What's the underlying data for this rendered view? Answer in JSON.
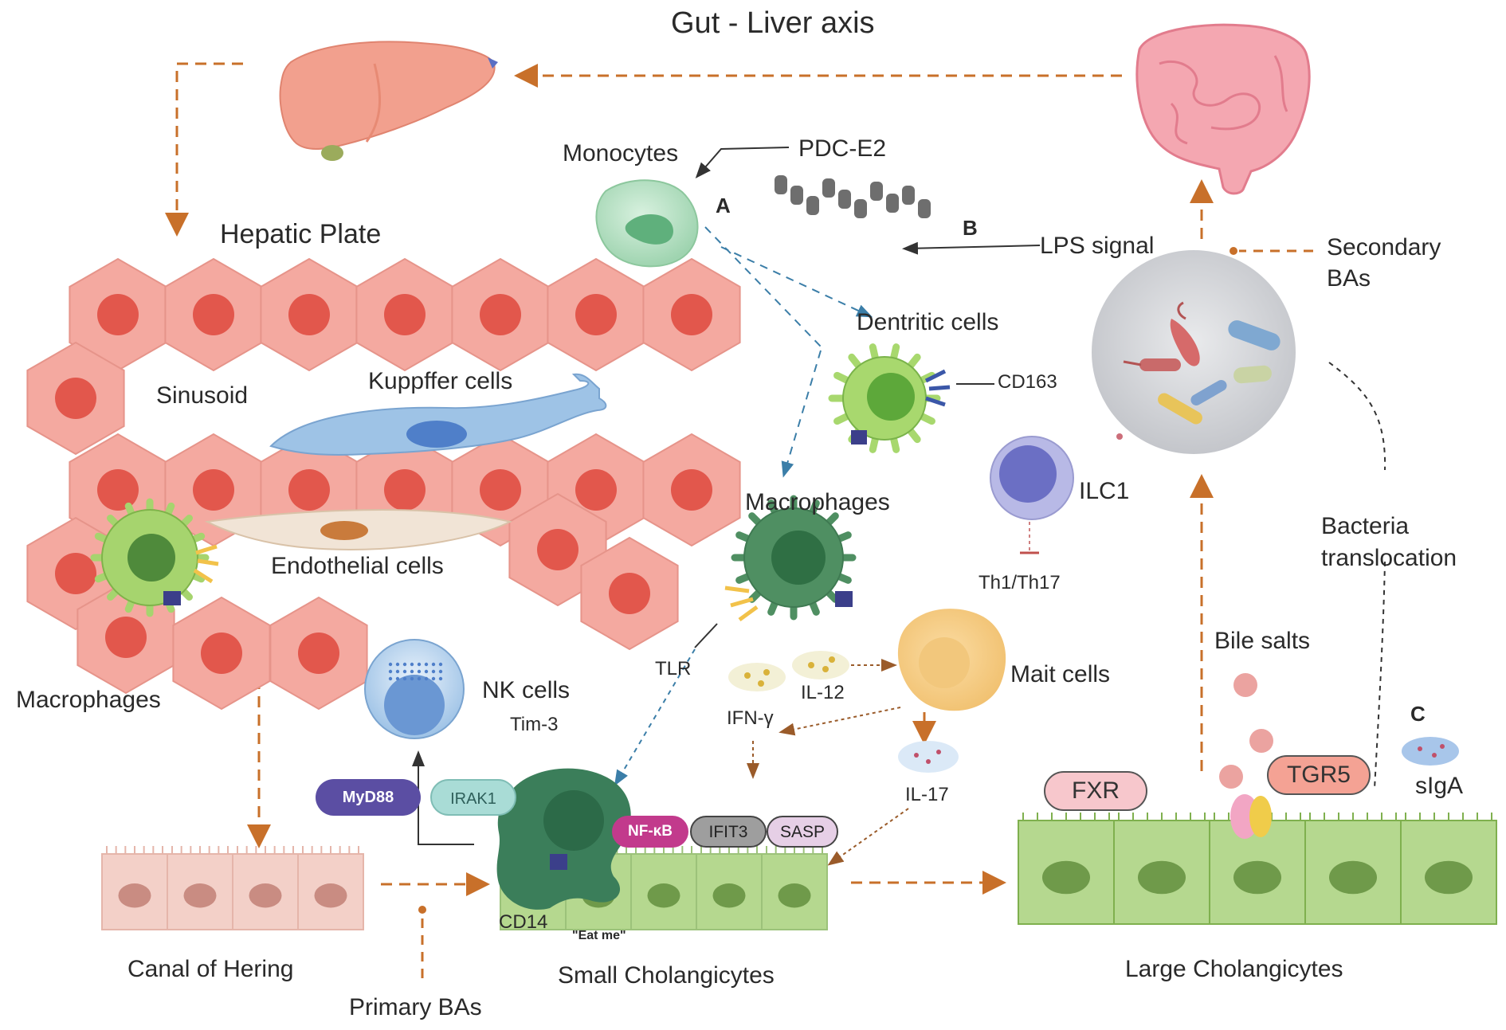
{
  "title": "Gut - Liver axis",
  "panel_letters": {
    "a": "A",
    "b": "B",
    "c": "C"
  },
  "labels": {
    "hepatic_plate": "Hepatic Plate",
    "sinusoid": "Sinusoid",
    "kupffer_cells": "Kuppffer cells",
    "endothelial_cells": "Endothelial cells",
    "macrophages_liver": "Macrophages",
    "monocytes": "Monocytes",
    "pdc_e2": "PDC-E2",
    "lps_signal": "LPS signal",
    "secondary_bas_line1": "Secondary",
    "secondary_bas_line2": "BAs",
    "dendritic_cells": "Dentritic cells",
    "cd163": "CD163",
    "ilc1": "ILC1",
    "th1_th17": "Th1/Th17",
    "macrophages_center": "Macrophages",
    "tlr": "TLR",
    "il12": "IL-12",
    "ifn": "IFN-γ",
    "mait_cells": "Mait cells",
    "il17": "IL-17",
    "nk_cells": "NK cells",
    "tim3": "Tim-3",
    "cd14": "CD14",
    "eat_me": "\"Eat me\"",
    "canal_of_hering": "Canal of Hering",
    "primary_bas": "Primary BAs",
    "small_cholangicytes": "Small Cholangicytes",
    "large_cholangicytes": "Large Cholangicytes",
    "bacteria_line1": "Bacteria",
    "bacteria_line2": "translocation",
    "bile_salts": "Bile salts",
    "siga": "sIgA"
  },
  "pills": {
    "myd88": "MyD88",
    "irak1": "IRAK1",
    "nfkb": "NF-κB",
    "ifit3": "IFIT3",
    "sasp": "SASP",
    "fxr": "FXR",
    "tgr5": "TGR5"
  },
  "colors": {
    "hepatocyte": "#f4a9a0",
    "hepatocyte_nucleus": "#e2574c",
    "arrow_orange": "#c8702a",
    "cholangiocyte": "#b5d88f",
    "cholangiocyte_nucleus": "#6f9a4a",
    "canal_cell": "#f3d0c8",
    "myd88": "#5b4ea3",
    "irak1": "#a9dcd6",
    "nfkb": "#c23a8c",
    "ifit3": "#9e9e9e",
    "sasp": "#e6cfe6",
    "fxr": "#f7c7cc",
    "tgr5": "#f4a294"
  },
  "icons": [
    "liver-icon",
    "intestine-icon",
    "monocyte-icon",
    "dendritic-cell-icon",
    "macrophage-icon",
    "nk-cell-icon",
    "ilc1-icon",
    "mait-cell-icon",
    "bacteria-circle-icon",
    "peptide-icon"
  ]
}
